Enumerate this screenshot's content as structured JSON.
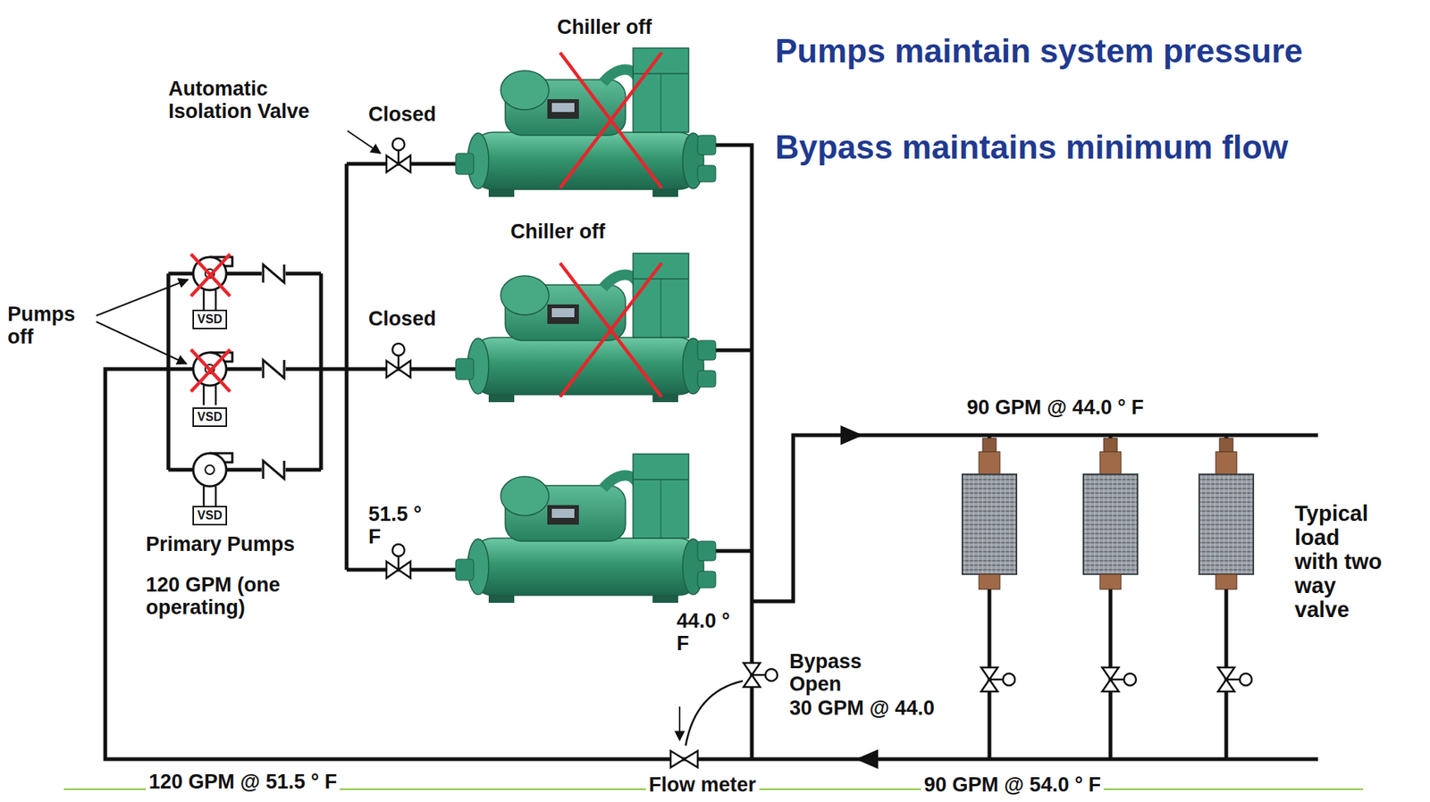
{
  "diagram": {
    "nodes": [
      {
        "text": [
          "VSD"
        ]
      },
      {
        "text": [
          "VSD"
        ]
      },
      {
        "text": [
          "VSD"
        ]
      }
    ],
    "labels": [
      "Pumps maintain system pressure",
      "Bypass maintains minimum flow",
      "Chiller off",
      "Automatic Isolation Valve",
      "Closed",
      "Chiller off",
      "Closed",
      "Pumps off",
      "51.5 ° F",
      "Primary Pumps",
      "120 GPM (one operating)",
      "44.0 ° F",
      "90 GPM @ 44.0 ° F",
      "Typical load with two way valve",
      "Bypass Open",
      "30 GPM @ 44.0",
      "120 GPM @ 51.5 ° F",
      "Flow meter",
      "90 GPM @ 54.0 ° F"
    ]
  }
}
